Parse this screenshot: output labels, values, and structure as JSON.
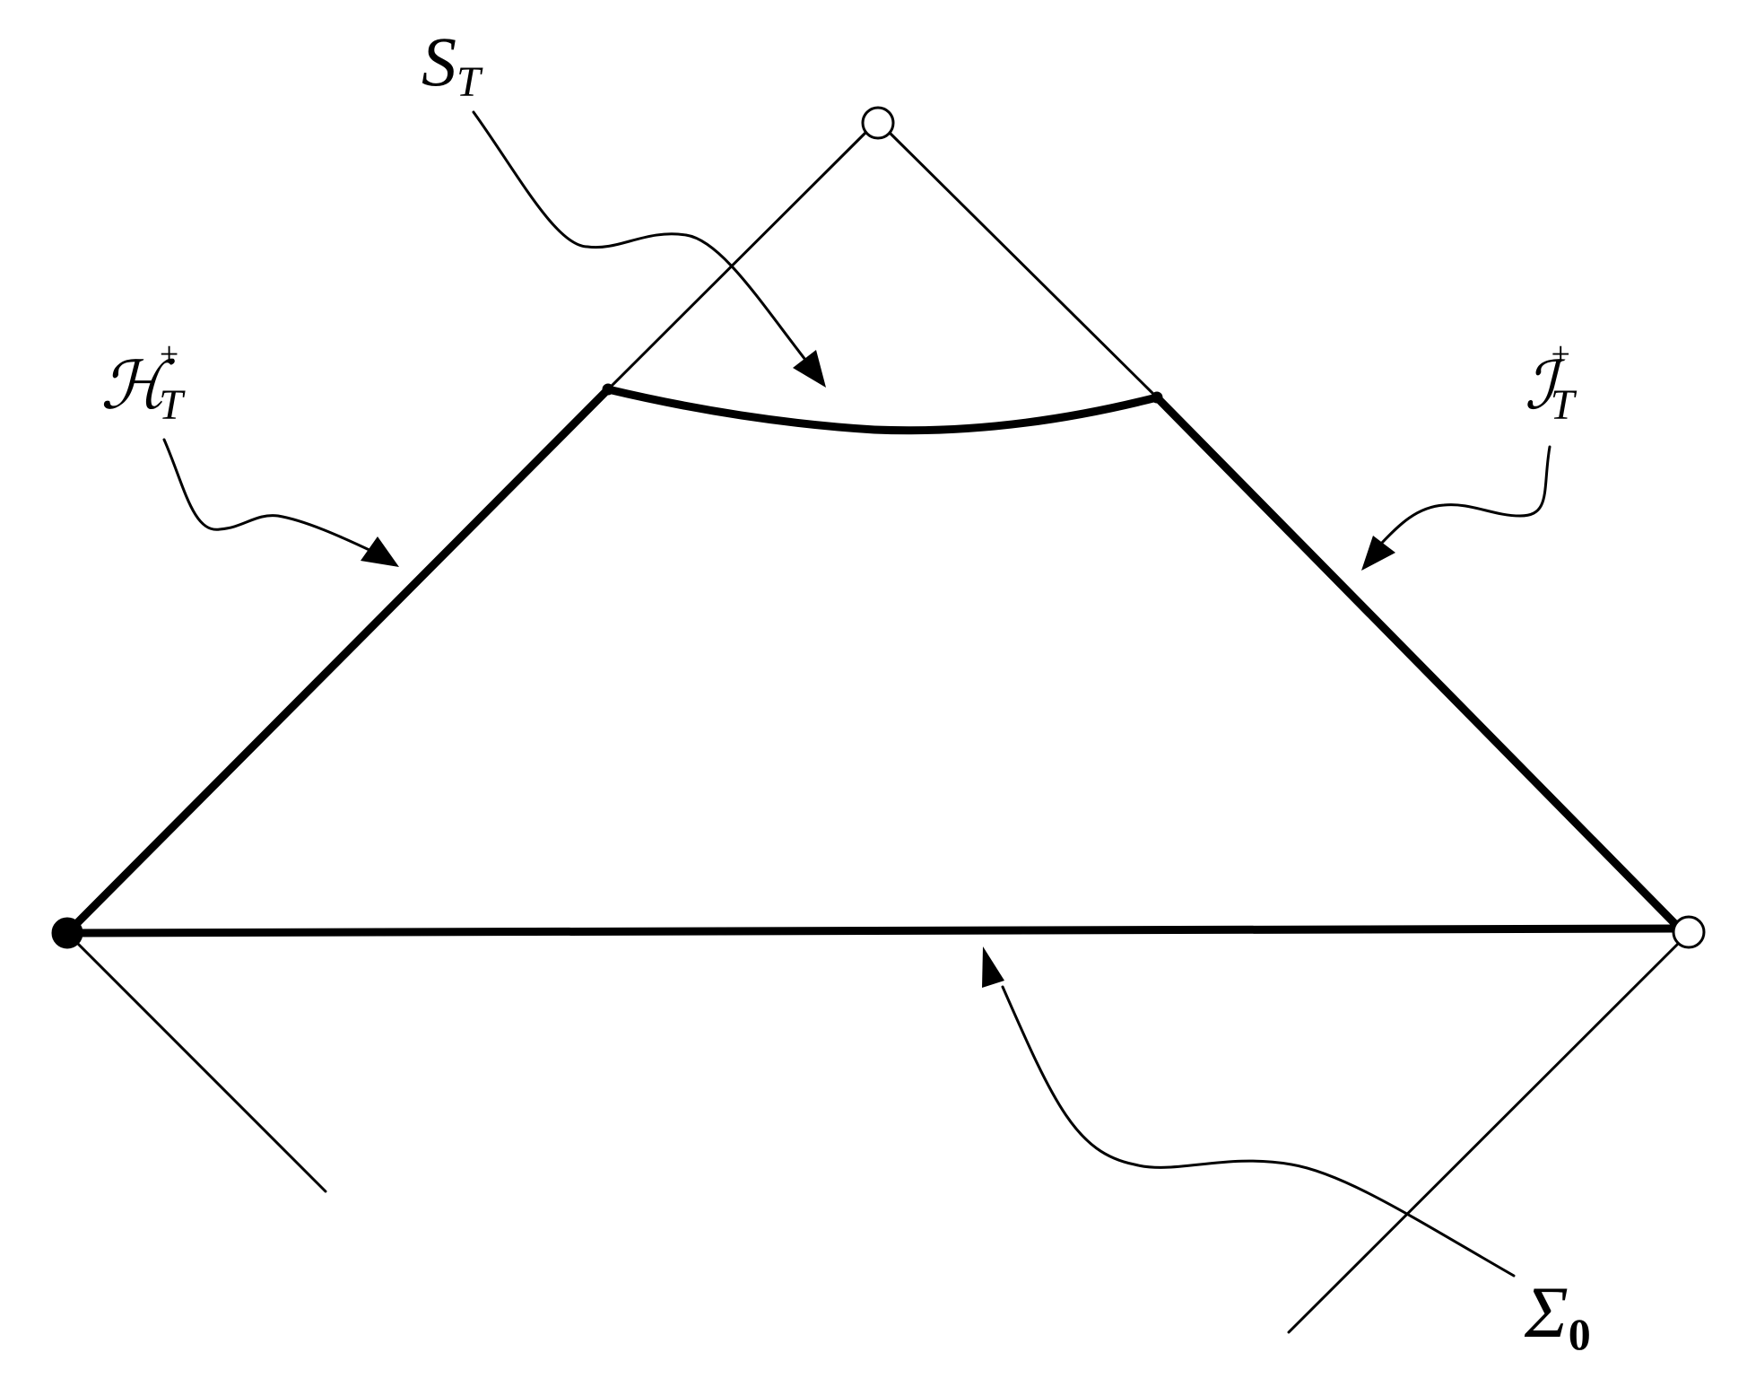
{
  "labels": {
    "s_t": {
      "main": "S",
      "sub": "T"
    },
    "horizon": {
      "main": "ℋ",
      "sub": "T",
      "sup": "+"
    },
    "scri": {
      "main": "ℐ",
      "sub": "T",
      "sup": "+"
    },
    "sigma": {
      "main": "Σ",
      "sub": "0"
    }
  }
}
